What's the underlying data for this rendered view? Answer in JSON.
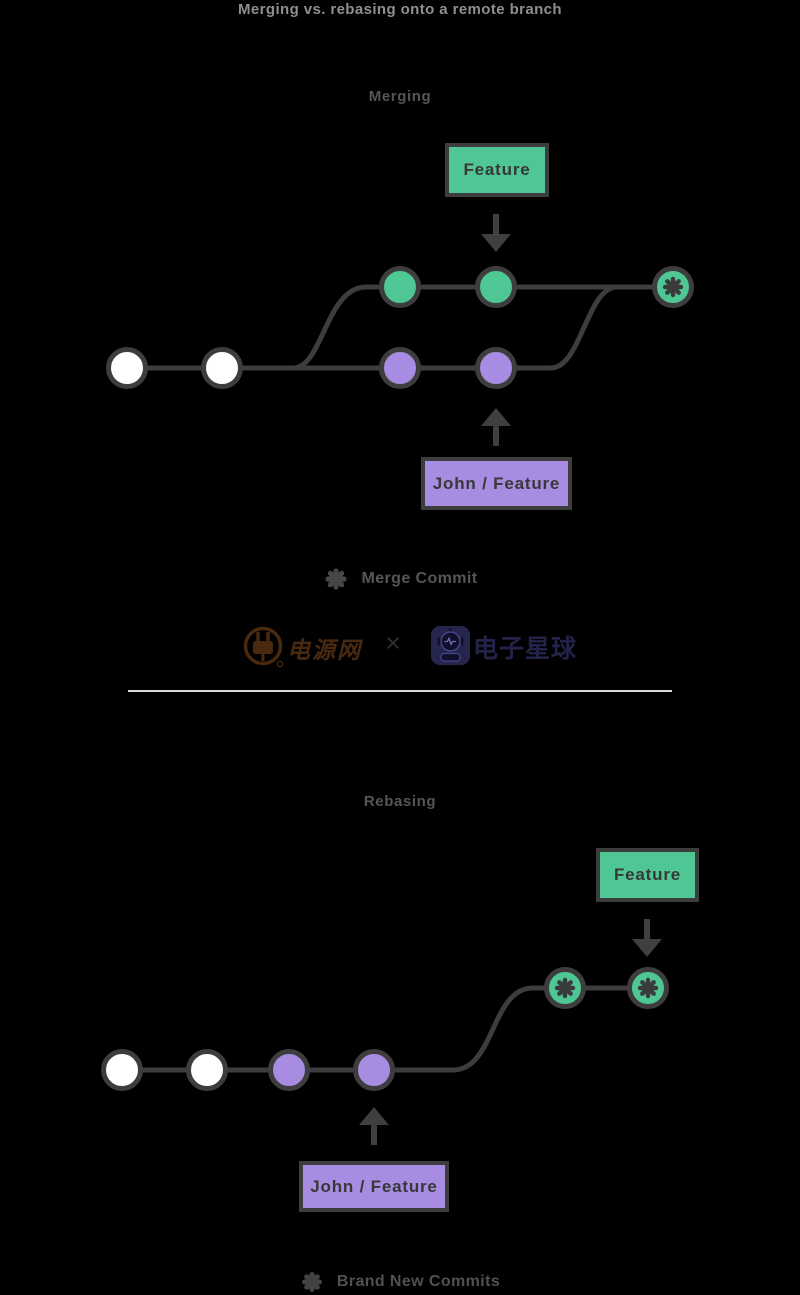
{
  "title": "Merging vs. rebasing onto a remote branch",
  "colors": {
    "background": "#000000",
    "commit_green": "#4ec794",
    "commit_purple": "#a88ce1",
    "commit_white": "#ffffff",
    "graph_line": "#3d3d3d",
    "divider": "#dcdcdc",
    "title_text": "#8f8f8f",
    "section_text": "#555555",
    "legend_text": "#565656"
  },
  "sections": {
    "merging": {
      "label": "Merging",
      "feature_tag": "Feature",
      "branch_tag": "John / Feature",
      "legend_label": "Merge Commit",
      "commits": {
        "main": [
          "white",
          "white"
        ],
        "feature_branch": [
          "green",
          "green"
        ],
        "john_feature_branch": [
          "purple",
          "purple"
        ],
        "merge": [
          "green-asterisk"
        ]
      }
    },
    "rebasing": {
      "label": "Rebasing",
      "feature_tag": "Feature",
      "branch_tag": "John / Feature",
      "legend_label": "Brand New Commits",
      "commits": {
        "main": [
          "white",
          "white",
          "purple",
          "purple"
        ],
        "rebased": [
          "green-asterisk",
          "green-asterisk"
        ]
      }
    }
  },
  "sponsors": {
    "left_name": "电源网",
    "cross": "×",
    "right_name": "电子星球"
  }
}
